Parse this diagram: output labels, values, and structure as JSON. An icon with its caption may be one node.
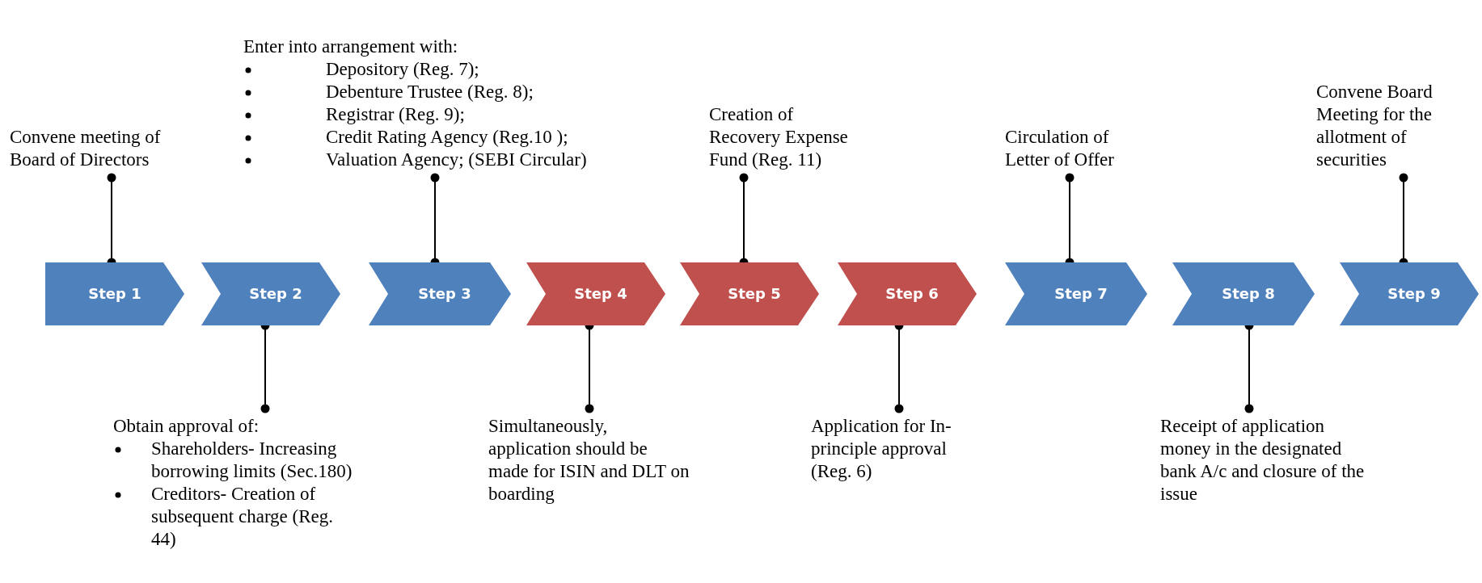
{
  "diagram": {
    "nodes": [
      {
        "text": [
          "Step 1"
        ]
      },
      {
        "text": [
          "Step 2"
        ]
      },
      {
        "text": [
          "Step 3"
        ]
      },
      {
        "text": [
          "Step 4"
        ]
      },
      {
        "text": [
          "Step 5"
        ]
      },
      {
        "text": [
          "Step 6"
        ]
      },
      {
        "text": [
          "Step 7"
        ]
      },
      {
        "text": [
          "Step 8"
        ]
      },
      {
        "text": [
          "Step 9"
        ]
      },
      {
        "text": [
          "Convene meeting of Board of Directors"
        ]
      },
      {
        "text": [
          "Obtain approval of:",
          "Shareholders- Increasing borrowing limits (Sec.180)",
          "Creditors- Creation of subsequent charge (Reg. 44)"
        ]
      },
      {
        "text": [
          "Enter into arrangement with:",
          "Depository (Reg. 7);",
          "Debenture Trustee (Reg. 8);",
          "Registrar (Reg. 9);",
          "Credit Rating Agency (Reg.10 );",
          "Valuation Agency; (SEBI Circular)"
        ]
      },
      {
        "text": [
          "Simultaneously, application should be made for ISIN and DLT on boarding"
        ]
      },
      {
        "text": [
          "Creation of Recovery Expense Fund (Reg. 11)"
        ]
      },
      {
        "text": [
          "Application for In-principle approval (Reg. 6)"
        ]
      },
      {
        "text": [
          "Circulation of Letter of Offer"
        ]
      },
      {
        "text": [
          "Receipt of application money in the designated bank A/c and closure of the issue"
        ]
      },
      {
        "text": [
          "Convene Board Meeting for the allotment of securities"
        ]
      }
    ],
    "edges": [
      {
        "from": 9,
        "to": 0,
        "arrow": "other"
      },
      {
        "from": 10,
        "to": 1,
        "arrow": "other"
      },
      {
        "from": 11,
        "to": 2,
        "arrow": "other"
      },
      {
        "from": 12,
        "to": 3,
        "arrow": "other"
      },
      {
        "from": 13,
        "to": 4,
        "arrow": "other"
      },
      {
        "from": 14,
        "to": 5,
        "arrow": "other"
      },
      {
        "from": 15,
        "to": 6,
        "arrow": "other"
      },
      {
        "from": 16,
        "to": 7,
        "arrow": "other"
      },
      {
        "from": 17,
        "to": 8,
        "arrow": "other"
      }
    ]
  }
}
